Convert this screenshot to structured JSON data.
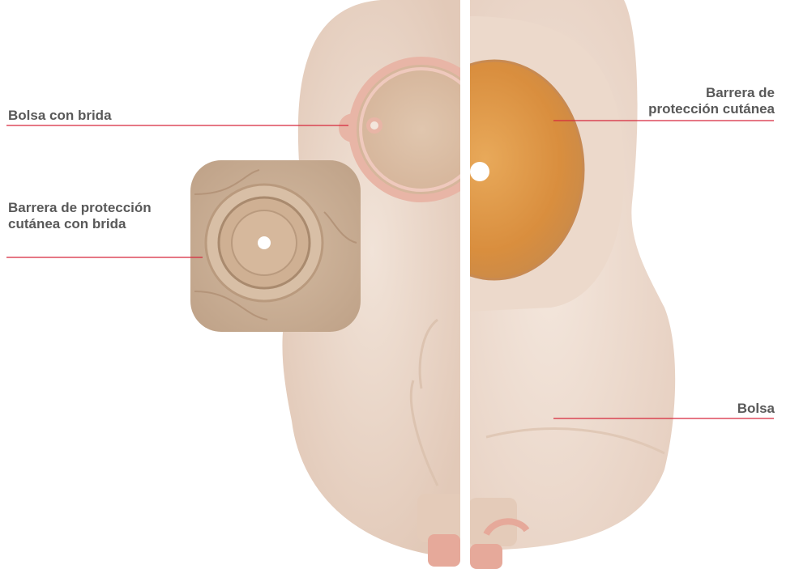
{
  "labels": {
    "bolsa_con_brida": "Bolsa con brida",
    "barrera_con_brida_line1": "Barrera de protección",
    "barrera_con_brida_line2": "cutánea con brida",
    "barrera_line1": "Barrera de",
    "barrera_line2": "protección cutánea",
    "bolsa": "Bolsa"
  },
  "colors": {
    "leader_line": "#d6283c",
    "label_text": "#595959",
    "pouch_skin": "#eddcd0",
    "flange_ring": "#e9b7a8",
    "hydrocolloid_barrier": "#d9953c",
    "wafer": "#c9ad92"
  }
}
